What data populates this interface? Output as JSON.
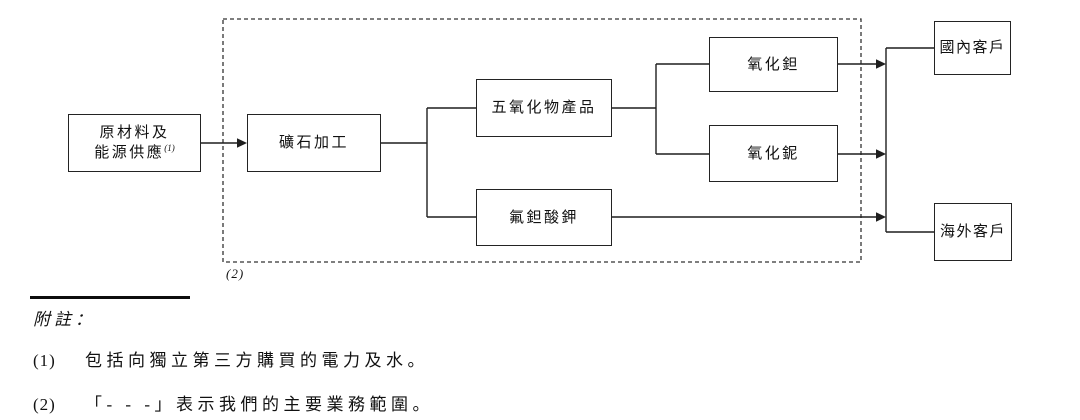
{
  "diagram": {
    "boxes": {
      "raw_materials": {
        "line1": "原材料及",
        "line2": "能源供應",
        "footnote_ref": "(1)"
      },
      "ore_processing": {
        "label": "礦石加工"
      },
      "pentoxide_products": {
        "label": "五氧化物產品"
      },
      "potassium_fluotantalate": {
        "label": "氟鉭酸鉀"
      },
      "tantalum_oxide": {
        "label": "氧化鉭"
      },
      "niobium_oxide": {
        "label": "氧化鈮"
      },
      "domestic_customers": {
        "label": "國內客戶"
      },
      "overseas_customers": {
        "label": "海外客戶"
      }
    },
    "dashed_region_label": "(2)",
    "line_color": "#1f1f1f"
  },
  "notes": {
    "heading": "附註：",
    "items": [
      {
        "num": "(1)",
        "text": "包括向獨立第三方購買的電力及水。"
      },
      {
        "num": "(2)",
        "text": "「- - -」表示我們的主要業務範圍。"
      }
    ]
  }
}
